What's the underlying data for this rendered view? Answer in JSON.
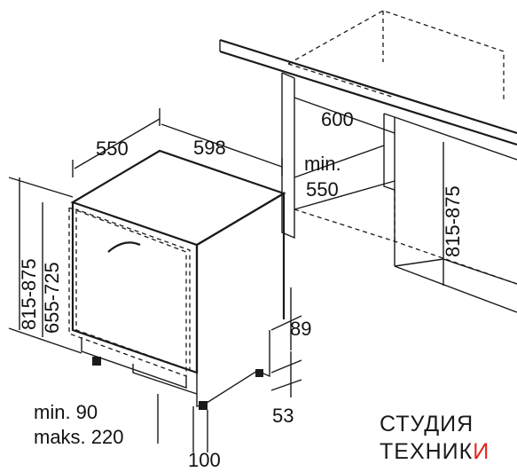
{
  "dimensions": {
    "depth": "550",
    "width": "598",
    "niche_depth": "600",
    "niche_width_min": "min.",
    "niche_width_value": "550",
    "height_total": "815-875",
    "height_front": "655-725",
    "niche_height": "815-875",
    "plinth_height": "89",
    "feet_offset": "53",
    "feet_adjust_min": "min. 90",
    "feet_adjust_max": "maks. 220",
    "feet_depth": "100"
  },
  "brand": {
    "line1": "СТУДИЯ",
    "line2_main": "ТЕХНИК",
    "line2_accent": "И",
    "accent_color": "#e1251b"
  }
}
